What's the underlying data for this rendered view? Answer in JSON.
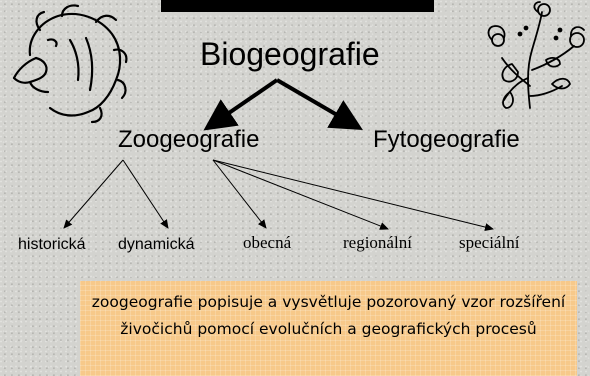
{
  "diagram": {
    "root": "Biogeografie",
    "branches": [
      "Zoogeografie",
      "Fytogeografie"
    ],
    "zoo_children": [
      "historická",
      "dynamická",
      "obecná",
      "regionální",
      "speciální"
    ]
  },
  "note": "zoogeografie popisuje a vysvětluje pozorovaný vzor rozšíření živočichů pomocí evolučních a geografických procesů",
  "icons": {
    "left": "lion-icon",
    "right": "plant-flower-icon"
  },
  "colors": {
    "background": "#d3d3cf",
    "note_background": "#f7c98a",
    "text": "#000000"
  }
}
